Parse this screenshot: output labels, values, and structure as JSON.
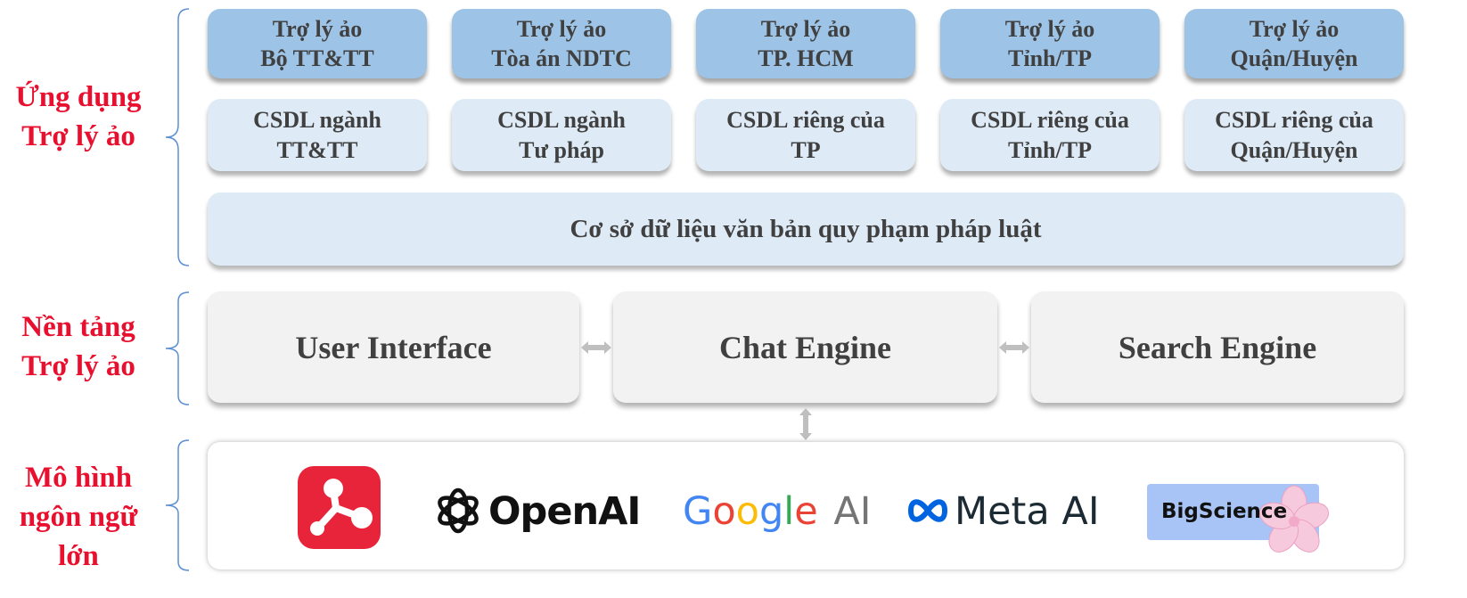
{
  "layers": {
    "application": {
      "label_line1": "Ứng dụng",
      "label_line2": "Trợ lý ảo"
    },
    "platform": {
      "label_line1": "Nền tảng",
      "label_line2": "Trợ lý ảo"
    },
    "llm": {
      "label_line1": "Mô hình",
      "label_line2": "ngôn ngữ",
      "label_line3": "lớn"
    }
  },
  "assistants": [
    {
      "line1": "Trợ lý ảo",
      "line2": "Bộ TT&TT"
    },
    {
      "line1": "Trợ lý ảo",
      "line2": "Tòa án NDTC"
    },
    {
      "line1": "Trợ lý ảo",
      "line2": "TP. HCM"
    },
    {
      "line1": "Trợ lý ảo",
      "line2": "Tỉnh/TP"
    },
    {
      "line1": "Trợ lý ảo",
      "line2": "Quận/Huyện"
    }
  ],
  "databases": [
    {
      "line1": "CSDL ngành",
      "line2": "TT&TT"
    },
    {
      "line1": "CSDL ngành",
      "line2": "Tư pháp"
    },
    {
      "line1": "CSDL riêng của",
      "line2": "TP"
    },
    {
      "line1": "CSDL riêng của",
      "line2": "Tỉnh/TP"
    },
    {
      "line1": "CSDL riêng của",
      "line2": "Quận/Huyện"
    }
  ],
  "legal_db": "Cơ sở dữ liệu văn bản quy phạm pháp luật",
  "engines": {
    "user_interface": "User Interface",
    "chat_engine": "Chat Engine",
    "search_engine": "Search Engine"
  },
  "llm_logos": {
    "first": {
      "icon": "network-nodes-icon",
      "color": "#e8243b"
    },
    "openai": {
      "icon": "openai-knot-icon",
      "text": "OpenAI"
    },
    "google": {
      "text_google": "Google",
      "text_ai": "AI",
      "colors": [
        "#4285f4",
        "#ea4335",
        "#fbbc05",
        "#4285f4",
        "#34a853",
        "#ea4335"
      ]
    },
    "meta": {
      "icon": "infinity-icon",
      "text": "Meta AI",
      "color": "#0064e0"
    },
    "bigscience": {
      "text": "BigScience",
      "icon": "cherry-blossom-icon",
      "bg": "#a8c3f5"
    }
  },
  "colors": {
    "accent_red": "#e8102e",
    "assistant_fill": "#9dc3e6",
    "database_fill": "#deebf7",
    "engine_fill": "#f2f2f2",
    "bracket": "#5b8fd1"
  }
}
